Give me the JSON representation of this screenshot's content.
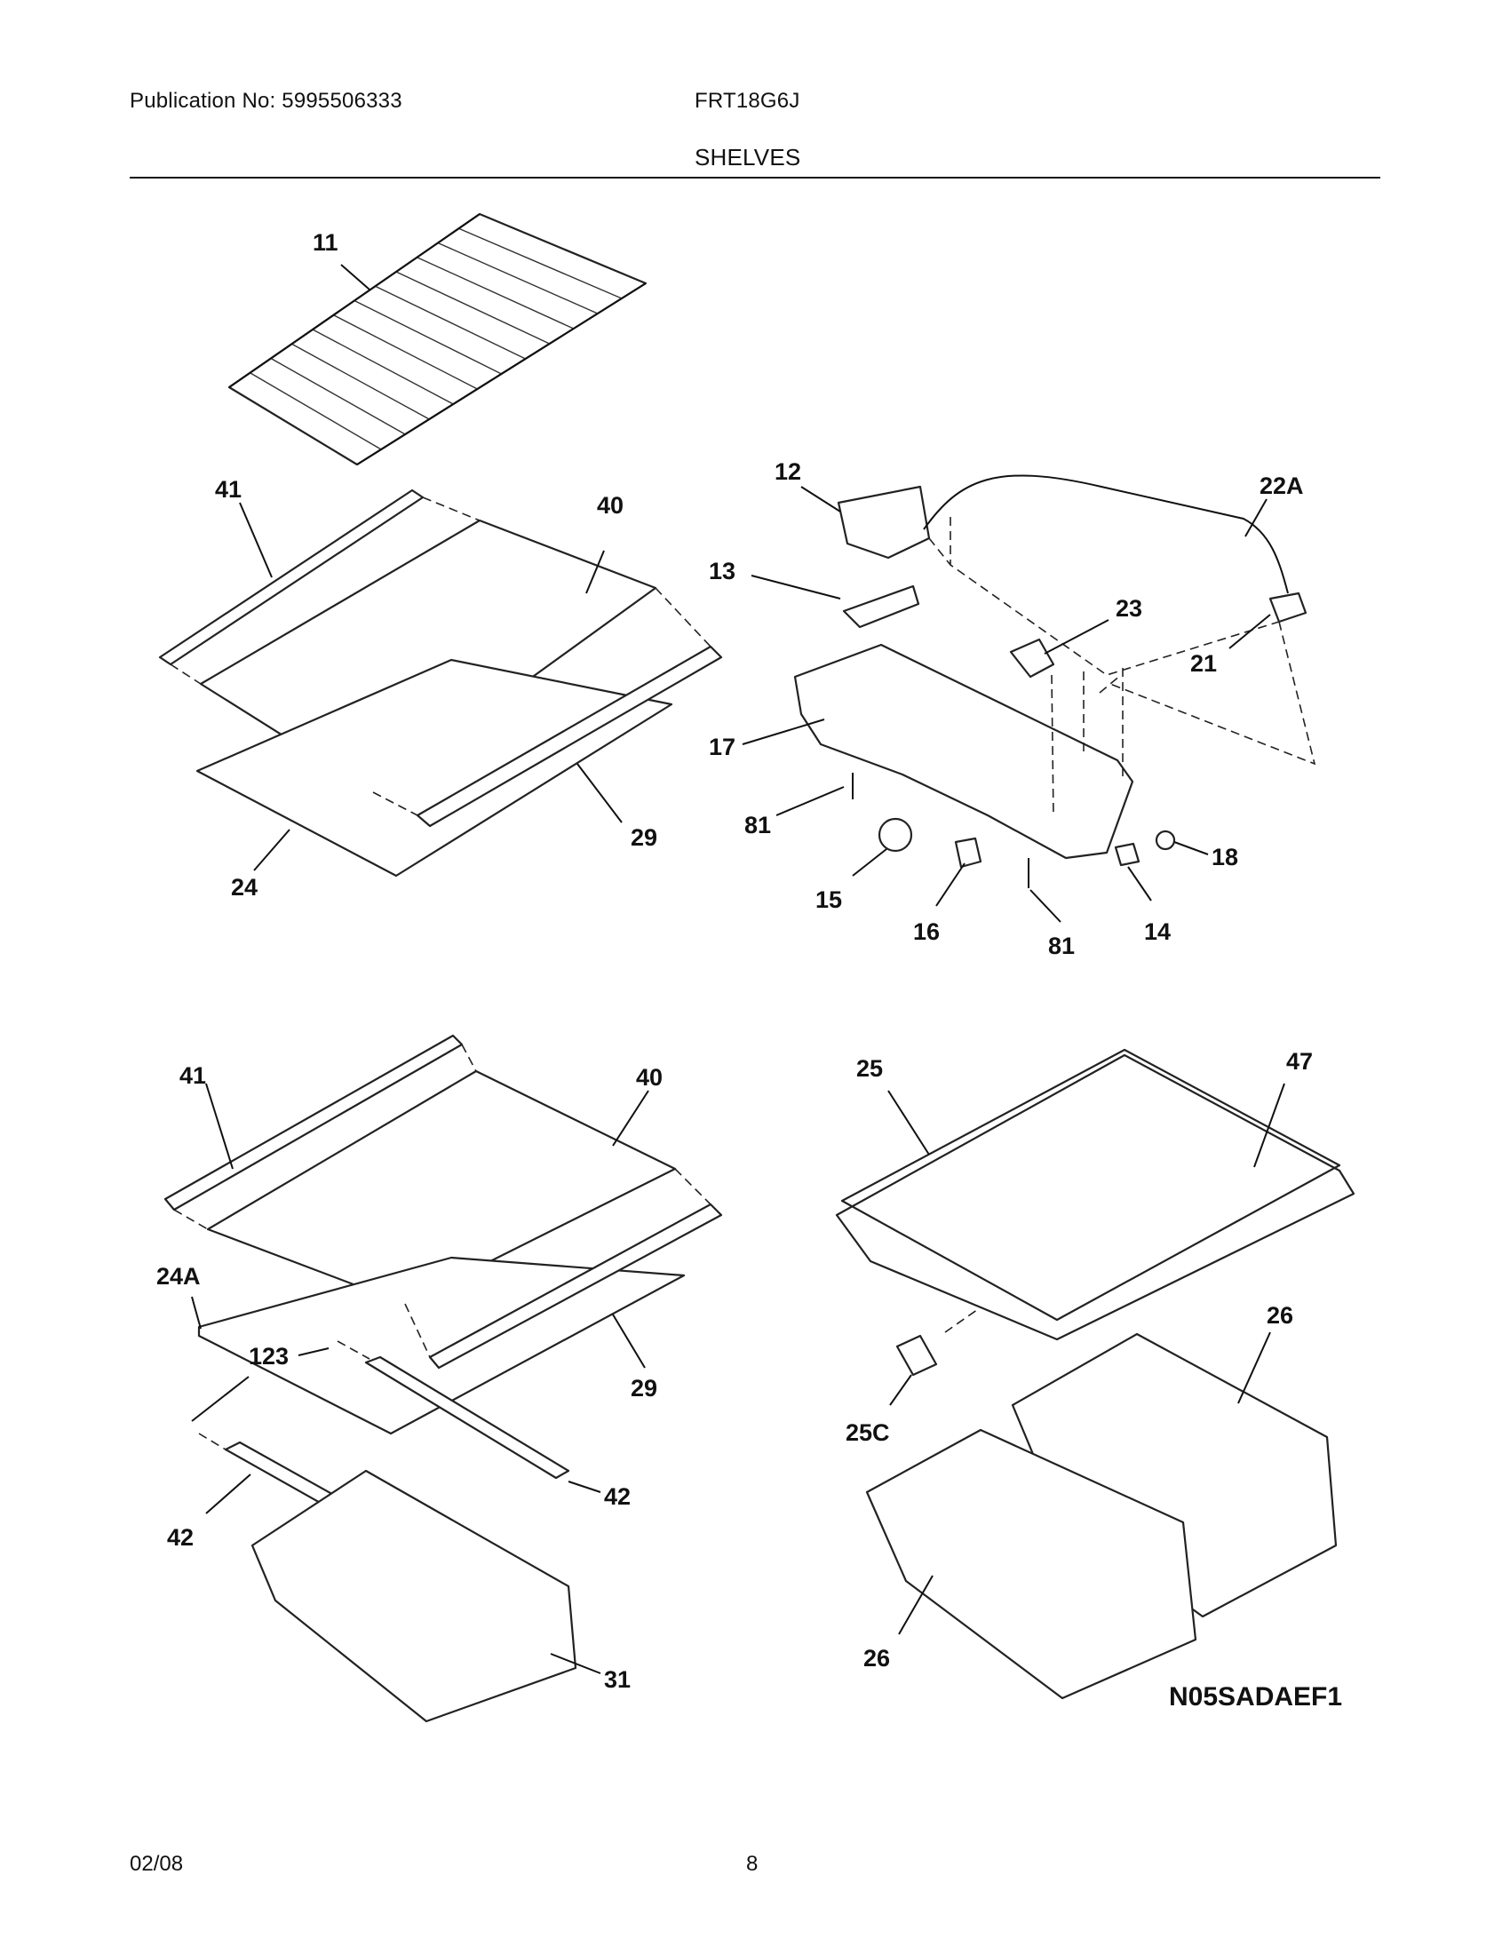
{
  "header": {
    "publication": "Publication No: 5995506333",
    "model": "FRT18G6J",
    "section": "SHELVES"
  },
  "footer": {
    "date": "02/08",
    "page": "8"
  },
  "diagram_code": "N05SADAEF1",
  "callouts": {
    "c11": "11",
    "c41a": "41",
    "c40a": "40",
    "c29a": "29",
    "c24": "24",
    "c12": "12",
    "c13": "13",
    "c22A": "22A",
    "c23": "23",
    "c21": "21",
    "c17": "17",
    "c81a": "81",
    "c15": "15",
    "c16": "16",
    "c81b": "81",
    "c14": "14",
    "c18": "18",
    "c41b": "41",
    "c40b": "40",
    "c24A": "24A",
    "c123": "123",
    "c29b": "29",
    "c42a": "42",
    "c42b": "42",
    "c31": "31",
    "c25": "25",
    "c47": "47",
    "c26a": "26",
    "c25C": "25C",
    "c26b": "26"
  }
}
